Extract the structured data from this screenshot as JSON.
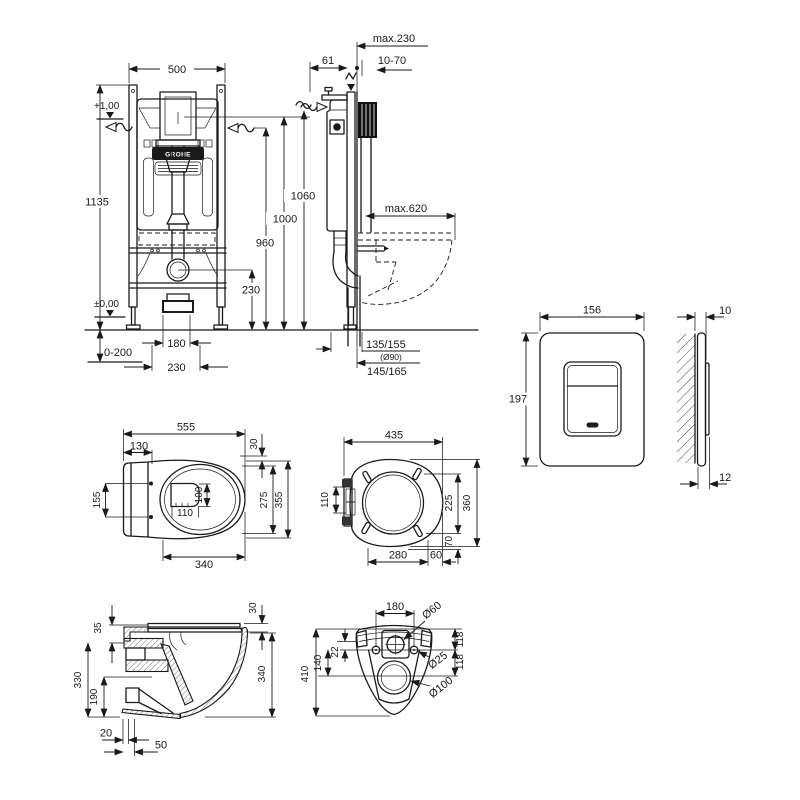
{
  "drawing": {
    "brand": "GROHE",
    "frame_front": {
      "width": "500",
      "height": "1135",
      "level_top": "+1,00",
      "level_floor": "±0,00",
      "adjust": "0-200",
      "outlet_w": "180",
      "outlet_w2": "230",
      "drain_h": "230",
      "h960": "960",
      "h1000": "1000",
      "h1060": "1060"
    },
    "frame_side": {
      "offset_top": "61",
      "max_depth": "max.230",
      "wall_range": "10-70",
      "max_bowl": "max.620",
      "outlet_a": "135/155",
      "outlet_dia": "(Ø90)",
      "outlet_b": "145/165"
    },
    "plate_front": {
      "width": "156",
      "height": "197"
    },
    "plate_side": {
      "t_top": "10",
      "t_bottom": "12"
    },
    "bowl_top": {
      "len": "555",
      "rear": "130",
      "holes": "155",
      "inner_w": "110",
      "inner_l": "100",
      "rim_len": "340",
      "w_seat": "275",
      "w_full": "355",
      "off": "30"
    },
    "seat_top": {
      "len": "435",
      "hinge": "110",
      "a": "280",
      "b": "60",
      "w1": "225",
      "w2": "70",
      "w3": "360"
    },
    "bowl_side": {
      "a": "35",
      "b": "30",
      "h1": "330",
      "h2": "190",
      "h3": "340",
      "c": "20",
      "d": "50"
    },
    "bowl_rear": {
      "holes": "180",
      "d60": "Ø60",
      "e": "22",
      "f": "140",
      "h": "410",
      "d25": "Ø25",
      "d100": "Ø100",
      "g1": "118",
      "g2": "118"
    }
  }
}
